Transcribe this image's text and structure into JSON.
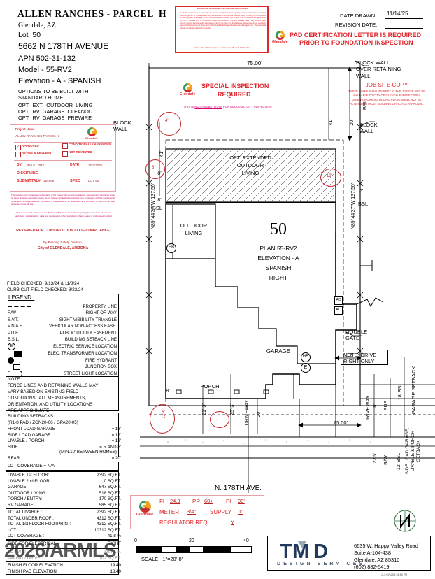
{
  "header": {
    "project_title": "ALLEN RANCHES - PARCEL  H",
    "city_state": "Glendale, AZ",
    "lot_label": "Lot  50",
    "address": "5662 N 178TH AVENUE",
    "apn": "APN 502-31-132",
    "model": "Model - 55-RV2",
    "elevation": "Elevation - A - SPANISH",
    "options_title1": "OPTIONS TO BE BUILT WITH",
    "options_title2": "STANDARD HOME:",
    "options": [
      "OPT.  EXT.  OUTDOOR  LIVING",
      "OPT.  RV  GARAGE  CLEANOUT",
      "OPT.  RV  GARAGE  PREWIRE"
    ]
  },
  "date_block": {
    "date_drawn_label": "DATE DRAWN:",
    "date_drawn_value": "11/14/25",
    "revision_label": "REVISION DATE:",
    "revision_value": ""
  },
  "pad_cert": {
    "line1": "PAD CERTIFICATION LETTER IS REQUIRED",
    "line2": "PRIOR TO FOUNDATION INSPECTION",
    "stamp_name": "Glendale"
  },
  "top_red_note": {
    "title": "GRADING AND DRAINAGE NOTICE TO BUILDER AND/OR OWNER",
    "body": "The builder and/or owner is responsible for ensuring that all drainage and grading conforms to the approved grading and drainage plan for this subdivision. Any modifications to the approved drainage pattern, including but not limited to fill, retaining walls, landscaping, or other improvements that alter the flow of water, must be reviewed and approved by the City of Glendale prior to construction. Failure to maintain the approved drainage pattern may result in water ponding, property damage, and/or enforcement action by the City. Lot to lot drainage is not permitted unless specifically approved. Downspouts, roof drains, and yard drains shall discharge to the approved drainage course. The owner shall maintain all drainage facilities in perpetuity.",
    "footer": "Note: This ONLY applies to all projects lifted of 1/1/06 thru"
  },
  "special_inspection": {
    "line1": "SPECIAL INSPECTION",
    "line2": "REQUIRED",
    "sub_pre": "THIS IS ",
    "sub_under": "NOT A SUBSTITUTE",
    "sub_post": " FOR REQUIRED CITY INSPECTION",
    "stamp_name": "Glendale"
  },
  "job_site_copy": {
    "title": "JOB SITE COPY",
    "body": "THESE PLANS SHALL BE KEPT AT THE JOBSITE AND BE AVAILABLE TO CITY OF GLENDALE INSPECTORS DURING WORKING HOURS.  PLANS SHALL NOT BE ALTERED WITHOUT BUILDING OFFICIALS APPROVAL."
  },
  "approval_stamp": {
    "project_name_label": "Project Name",
    "project_name_value": "ALLEN RANCHES PARCEL H",
    "stamp_name": "Glendale",
    "checkboxes": [
      {
        "label": "APPROVED",
        "checked": true
      },
      {
        "label": "CONDITIONALLY APPROVED",
        "checked": false
      },
      {
        "label": "REVISE & RESUBMIT",
        "checked": false
      },
      {
        "label": "NOT REVIEWED",
        "checked": false
      }
    ],
    "by_label": "BY",
    "by_value": "RMULLORY",
    "date_label": "DATE",
    "date_value": "12/3/2025",
    "discipline_label": "DISCIPLINE",
    "submittal_label": "SUBMITTAL#",
    "submittal_value": "184965",
    "spec_label": "SPEC",
    "spec_value": "LOT 50",
    "fine_print": "This review is only for general conformance of the project with general compliance. Corrections or comments made on these drawings during this review, do not relieve contractor/subcontractor from compliance with the requirements of the plans and specifications. Contractor is responsible for all dimensions and fabrication to be confirmed and processed at the job site.",
    "fine_print2": "This review shall not prevent the Building Official from thereafter requiring the correction of errors in said plans, specifications, data and construction when in violation of any codes or ordinances in effect.",
    "compliance_line": "REVIEWED FOR CONSTRUCTION CODE COMPLIANCE",
    "by_div": "By Building Safety Division,",
    "city_line": "City of GLENDALE, ARIZONA"
  },
  "field_checked": {
    "line1": "FIELD CHECKED: 9/13/24 & 11/8/24",
    "line2": "CURB CUT FIELD CHECKED: 8/23/24"
  },
  "legend": {
    "title": "LEGEND :",
    "rows": [
      {
        "sym": "dashed",
        "label": "PROPERTY LINE"
      },
      {
        "sym": "R/W",
        "label": "RIGHT-OF-WAY"
      },
      {
        "sym": "S.V.T.",
        "label": "SIGHT VISIBILITY TRIANGLE"
      },
      {
        "sym": "V.N.A.E.",
        "label": "VEHICULAR NON-ACCESS EASE."
      },
      {
        "sym": "P.U.E.",
        "label": "PUBLIC UTILITY EASEMENT"
      },
      {
        "sym": "B.S.L.",
        "label": "BUILDING SETBACK LINE"
      },
      {
        "sym": "circle-E",
        "label": "ELECTRIC SERVICE LOCATION"
      },
      {
        "sym": "transformer",
        "label": "ELEC. TRANSFORMER LOCATION"
      },
      {
        "sym": "hydrant",
        "label": "FIRE HYDRANT"
      },
      {
        "sym": "square",
        "label": "JUNCTION BOX"
      },
      {
        "sym": "streetlight",
        "label": "STREET LIGHT LOCATION"
      }
    ]
  },
  "note_block": {
    "title": "NOTE:",
    "lines": [
      "FENCE LINES AND RETAINING WALLS MAY",
      "VARY BASED ON EXISTING FIELD",
      "CONDITIONS.  ALL MEASUREMENTS,",
      "ORIENTATION, AND UTILITY LOCATIONS",
      "ARE APPROXIMATE."
    ]
  },
  "setbacks": {
    "title": "BUILDING SETBACKS:",
    "subtitle": "(R1-8 PAD / ZON20-06 / GPA20-05)",
    "rows": [
      {
        "label": "FRONT LOAD GARAGE",
        "value": "= 18'"
      },
      {
        "label": "SIDE LOAD GARAGE",
        "value": "= 12'"
      },
      {
        "label": "LIVABLE / PORCH",
        "value": "= 12'"
      },
      {
        "label": "SIDE",
        "value": "= 5' AND 8'"
      },
      {
        "label": "(MIN.10' BETWEEN HOMES)",
        "value": ""
      },
      {
        "label": "REAR",
        "value": "= 20'"
      }
    ],
    "coverage": "LOT COVERAGE = N/A"
  },
  "areas": {
    "rows": [
      {
        "label": "LIVABLE 1st FLOOR:",
        "value": "2392  SQ.FT."
      },
      {
        "label": "LIVABLE 2nd FLOOR:",
        "value": "0  SQ.FT."
      },
      {
        "label": "GARAGE:",
        "value": "647  SQ.FT."
      },
      {
        "label": "OUTDOOR LIVING:",
        "value": "518  SQ.FT."
      },
      {
        "label": "PORCH / ENTRY:",
        "value": "170  SQ.FT."
      },
      {
        "label": "RV GARAGE:",
        "value": "585  SQ.FT."
      }
    ],
    "totals": [
      {
        "label": "TOTAL LIVABLE :",
        "value": "2392  SQ.FT."
      },
      {
        "label": "TOTAL UNDER ROOF :",
        "value": "4312  SQ.FT."
      },
      {
        "label": "TOTAL 1st FLOOR FOOTPRINT:",
        "value": "4312  SQ.FT."
      },
      {
        "label": "LOT :",
        "value": "10312  SQ.FT."
      },
      {
        "label": "LOT COVERAGE :",
        "value": "41.8 %"
      }
    ],
    "side_electrical_label": "SIDE FOR ELECTRICAL =",
    "side_electrical_value": "RIGHT",
    "obscured": [
      {
        "label": "LOT WIDTH:",
        "value": "80.7 L.F."
      },
      {
        "label": "PAVING / DRIVE:",
        "value": "702 SQ.FT."
      }
    ],
    "finish_floor_label": "FINISH FLOOR ELEVATION:",
    "finish_floor_value": "19.40",
    "finish_pad_label": "FINISH PAD ELEVATION:",
    "finish_pad_value": "18.40"
  },
  "watermark": "2026/ARMLS",
  "plan_labels": {
    "lot_number": "50",
    "plan": "PLAN 55-RV2",
    "elevation": "ELEVATION - A",
    "style": "SPANISH",
    "hand": "RIGHT",
    "garage": "GARAGE",
    "porch": "PORCH",
    "outdoor_living": "OUTDOOR\nLIVING",
    "opt_ext_outdoor": "OPT. EXTENDED\nOUTDOOR\nLIVING",
    "street": "N. 178TH AVE.",
    "block_wall_over_retaining": "BLOCK WALL\nOVER RETAINING\nWALL",
    "block_wall_right": "BLOCK\nWALL",
    "block_wall_left": "BLOCK\nWALL",
    "double_gate": "DOUBLE\nGATE",
    "note_drive": "NOTE: DRIVE\nRIGHT ONLY",
    "driveway": "DRIVEWAY",
    "bsl": "BSL",
    "pue": "PUE",
    "rw": "R/W",
    "bsl_12": "12' BSL",
    "bsl_18": "18' BSL",
    "garage_setback": "GARAGE SETBACK",
    "side_load_setback": "SIDE LOAD GARAGE,\nLIVABLE & PORCH\nSETBACK",
    "prop_left": "N89°44'37\"W 137.50'",
    "prop_right": "N89°44'37\"W 137.50'"
  },
  "dimensions": {
    "top_width": "75.00'",
    "bottom_width": "75.00'",
    "top_bsl": "20'",
    "left_side_1": "4'",
    "left_side_2": "8'",
    "left_side_3": "8'",
    "left_bsl": "8'",
    "right_12": "12'",
    "right_5": "5'",
    "right_41": "41'",
    "drive_12": "12'",
    "porch_dim": "12'-6\"",
    "dim_21_3": "21'-3\"",
    "dim_25_3": "25'-3\"",
    "dim_20": "20'",
    "dim_22_5": "22.5'",
    "dim_8": "8'"
  },
  "gas_block": {
    "fu_label": "FU",
    "fu_value": "24.3",
    "pr_label": "PR",
    "pr_value": "60+",
    "dl_label": "DL",
    "dl_value": "90'",
    "meter_label": "METER",
    "meter_value": "3/4\"",
    "supply_label": "SUPPLY",
    "supply_value": "1\"",
    "regulator_label": "REGULATOR REQ",
    "regulator_value": "Y",
    "stamp_name": "Glendale"
  },
  "scale_bar": {
    "ticks": [
      "0",
      "20",
      "40"
    ],
    "label": "SCALE:  1\"=20'-0\""
  },
  "title_block": {
    "logo": "TMD",
    "logo_sub": "D E S I G N   S E R V I C E S",
    "address1": "6635 W. Happy Valley Road",
    "address2": "Suite A-104-438",
    "address3": "Glendale, AZ 85310",
    "phone": "(602) 882-5419"
  },
  "footer_stamp": "11/14/2025 1:08:56 PM",
  "north_arrow": "N"
}
